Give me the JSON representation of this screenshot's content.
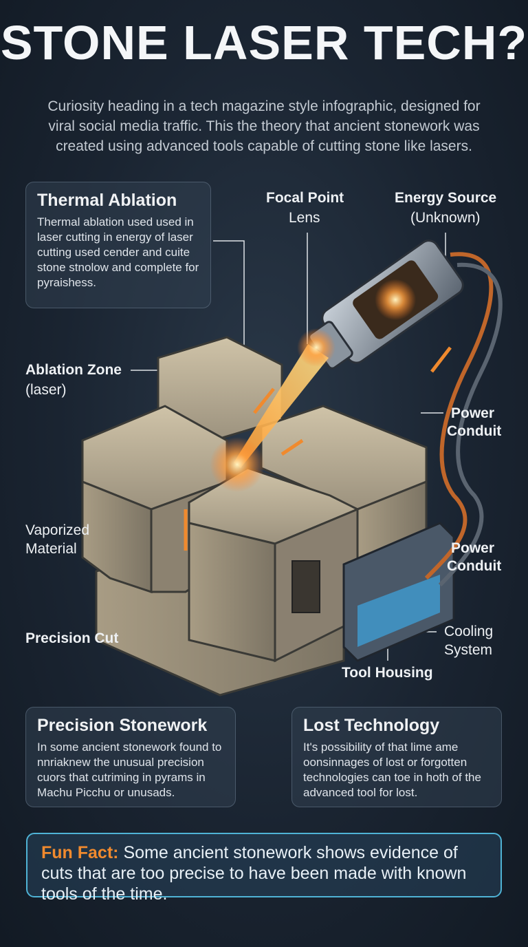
{
  "title": "STONE LASER TECH?",
  "subtitle": "Curiosity heading in a tech magazine style infographic, designed for viral social media traffic. This the theory that ancient stonework was created using advanced tools capable of cutting stone like lasers.",
  "cards": {
    "thermal": {
      "title": "Thermal Ablation",
      "body": "Thermal ablation used used in laser cutting in energy of laser cutting used cender and cuite stone stnolow and complete for pyraishess."
    },
    "precision": {
      "title": "Precision Stonework",
      "body": "In some ancient stonework found to nnriaknew the unusual precision cuors that cutriming in pyrams in Machu Picchu or unusads."
    },
    "lost": {
      "title": "Lost Technology",
      "body": "It's possibility of that lime ame oonsinnages of lost or forgotten technologies can toe in hoth of the advanced tool for lost."
    }
  },
  "labels": {
    "focal_1": "Focal Point",
    "focal_2": "Lens",
    "energy_1": "Energy Source",
    "energy_2": "(Unknown)",
    "ablation_1": "Ablation Zone",
    "ablation_2": "(laser)",
    "power1_1": "Power",
    "power1_2": "Conduit",
    "power2_1": "Power",
    "power2_2": "Conduit",
    "vapor_1": "Vaporized",
    "vapor_2": "Material",
    "precision_cut": "Precision Cut",
    "cooling_1": "Cooling",
    "cooling_2": "System",
    "tool_housing": "Tool Housing"
  },
  "fun_fact": {
    "label": "Fun Fact:",
    "text": " Some ancient stonework shows evidence of cuts that are too precise to have been made with known tools of the time."
  },
  "colors": {
    "accent": "#f08a2e",
    "cyan": "#4fb3d6"
  }
}
